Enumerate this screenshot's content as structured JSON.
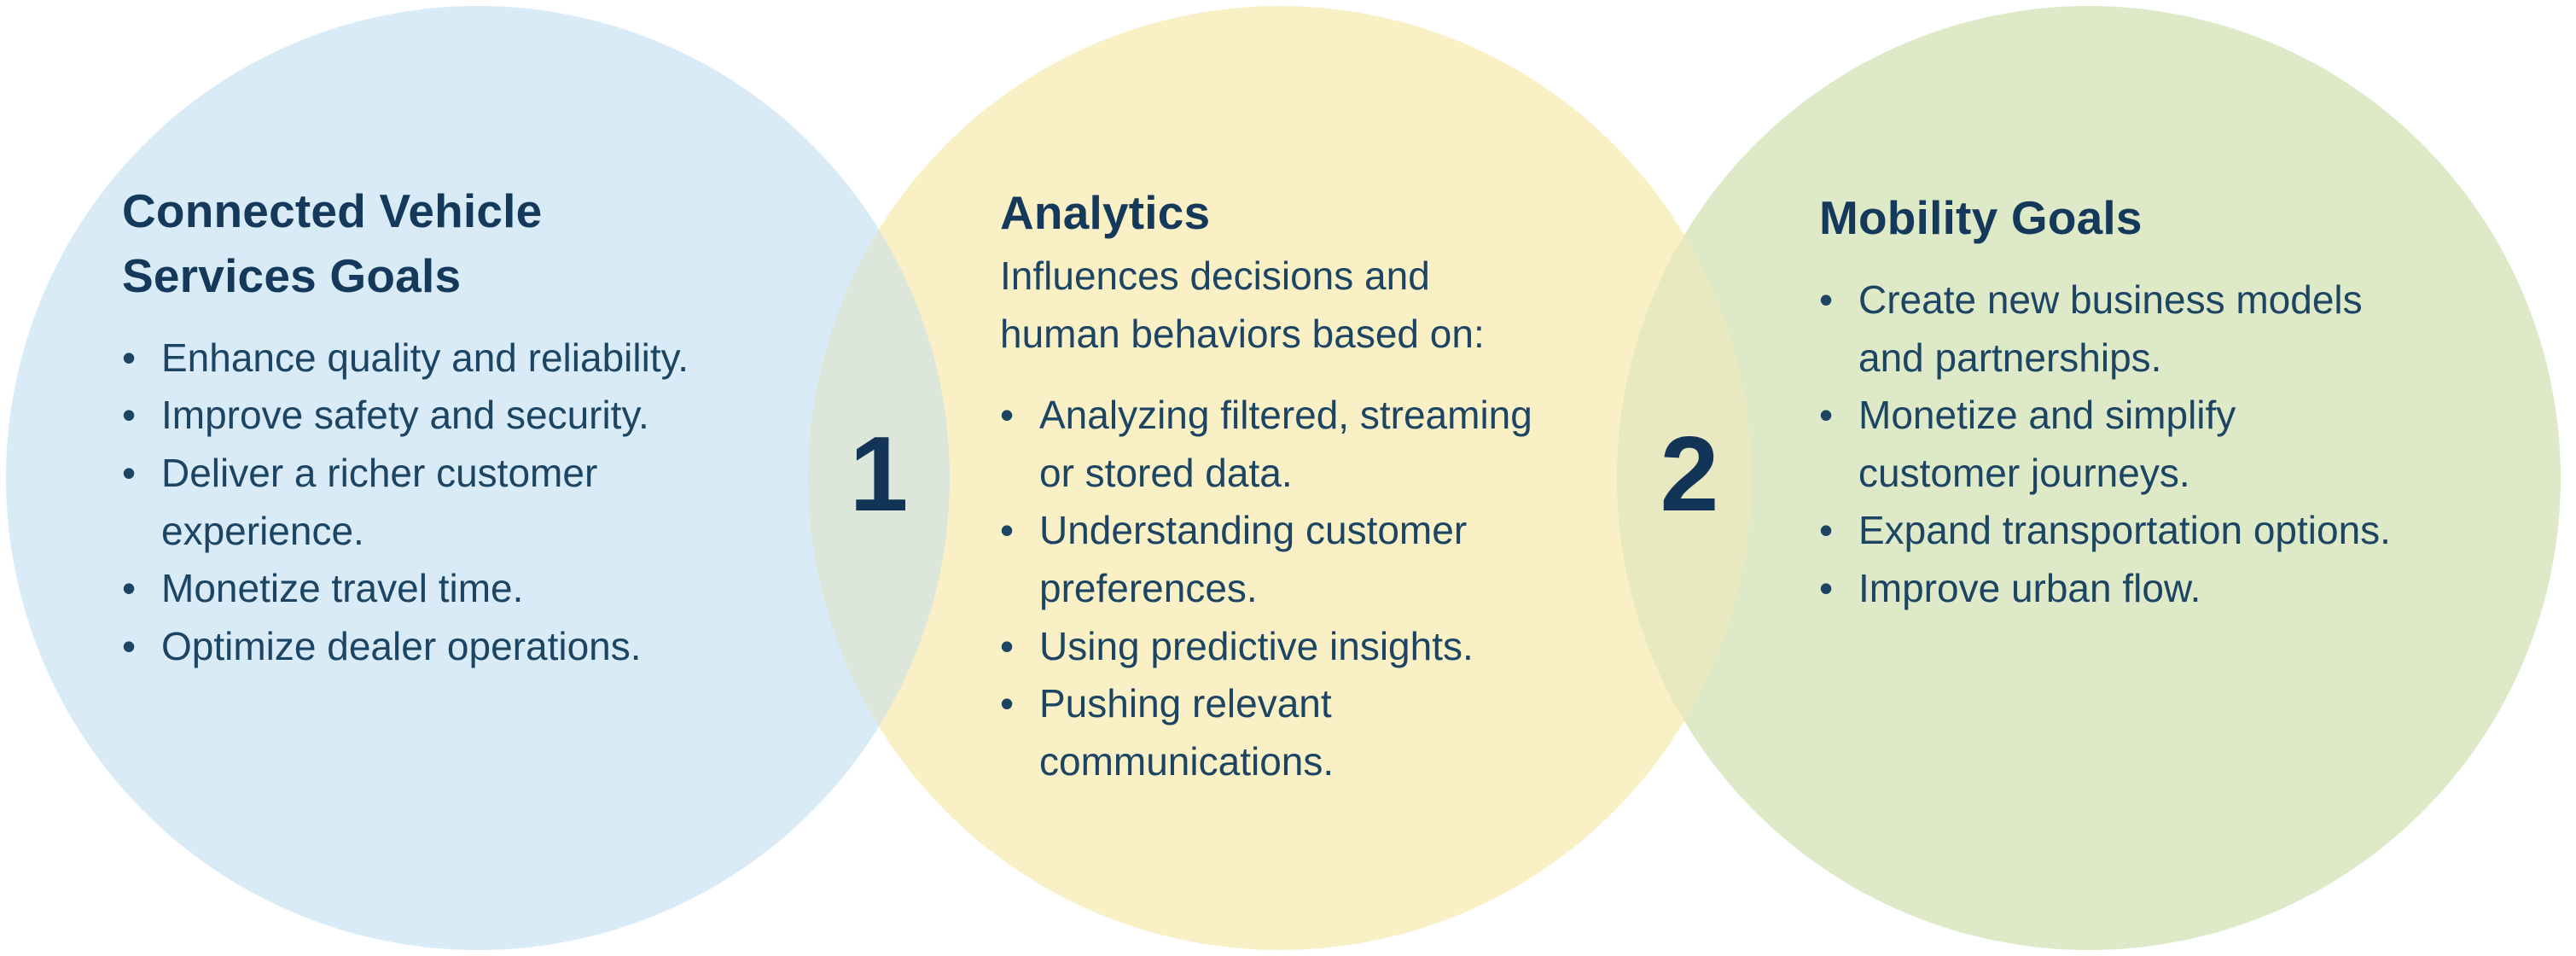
{
  "page": {
    "background": "#ffffff",
    "heading_color": "#14395b",
    "body_text_color": "#1c4463",
    "number_color": "#113457"
  },
  "venn": {
    "circles": [
      {
        "name": "connected-vehicle-services",
        "fill": "#d8ebf7",
        "title": "Connected Vehicle Services Goals",
        "bullets": [
          "Enhance quality and reliability.",
          "Improve safety and security.",
          "Deliver a richer customer experience.",
          "Monetize travel time.",
          "Optimize dealer operations."
        ]
      },
      {
        "name": "analytics",
        "fill": "#faf0c6",
        "title": "Analytics",
        "subtitle": "Influences decisions and human behaviors based on:",
        "bullets": [
          "Analyzing filtered, streaming or stored data.",
          "Understanding customer preferences.",
          "Using predictive insights.",
          "Pushing relevant communications."
        ]
      },
      {
        "name": "mobility-goals",
        "fill": "#dee9c7",
        "title": "Mobility Goals",
        "bullets": [
          "Create new business models and partnerships.",
          "Monetize and simplify customer journeys.",
          "Expand transportation options.",
          "Improve urban flow."
        ]
      }
    ],
    "overlaps": [
      {
        "label": "1",
        "fill": "#dce6da"
      },
      {
        "label": "2",
        "fill": "#e8e9c0"
      }
    ]
  }
}
